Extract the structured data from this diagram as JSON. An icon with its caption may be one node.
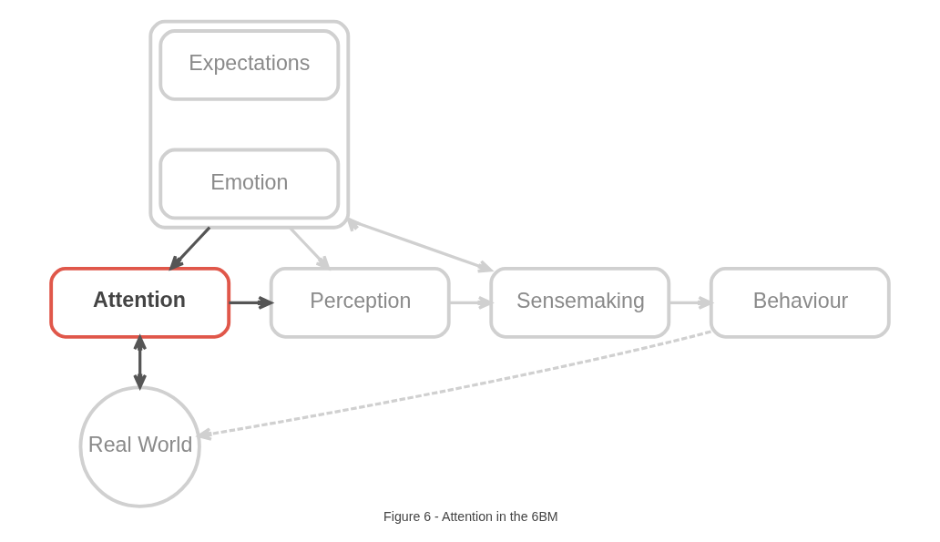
{
  "diagram": {
    "caption": "Figure 6 - Attention in the 6BM",
    "nodes": [
      {
        "text": [],
        "shape": "box"
      },
      {
        "text": [
          "Expectations"
        ],
        "in": 0
      },
      {
        "text": [
          "Emotion"
        ],
        "in": 0
      },
      {
        "text": [
          "Attention"
        ]
      },
      {
        "text": [
          "Perception"
        ]
      },
      {
        "text": [
          "Sensemaking"
        ]
      },
      {
        "text": [
          "Behaviour"
        ]
      },
      {
        "text": [
          "Real World"
        ]
      }
    ],
    "edges": [
      {
        "from": 0,
        "to": 3,
        "arrow": "to",
        "color": "#555555"
      },
      {
        "from": 0,
        "to": 4,
        "arrow": "to"
      },
      {
        "from": 5,
        "to": 0,
        "arrow": "both"
      },
      {
        "from": 3,
        "to": 4,
        "arrow": "to",
        "color": "#555555"
      },
      {
        "from": 4,
        "to": 5,
        "arrow": "to"
      },
      {
        "from": 5,
        "to": 6,
        "arrow": "to"
      },
      {
        "from": 3,
        "to": 7,
        "arrow": "both",
        "color": "#555555"
      },
      {
        "from": 6,
        "to": 7,
        "arrow": "to",
        "style": "dashed"
      }
    ]
  }
}
